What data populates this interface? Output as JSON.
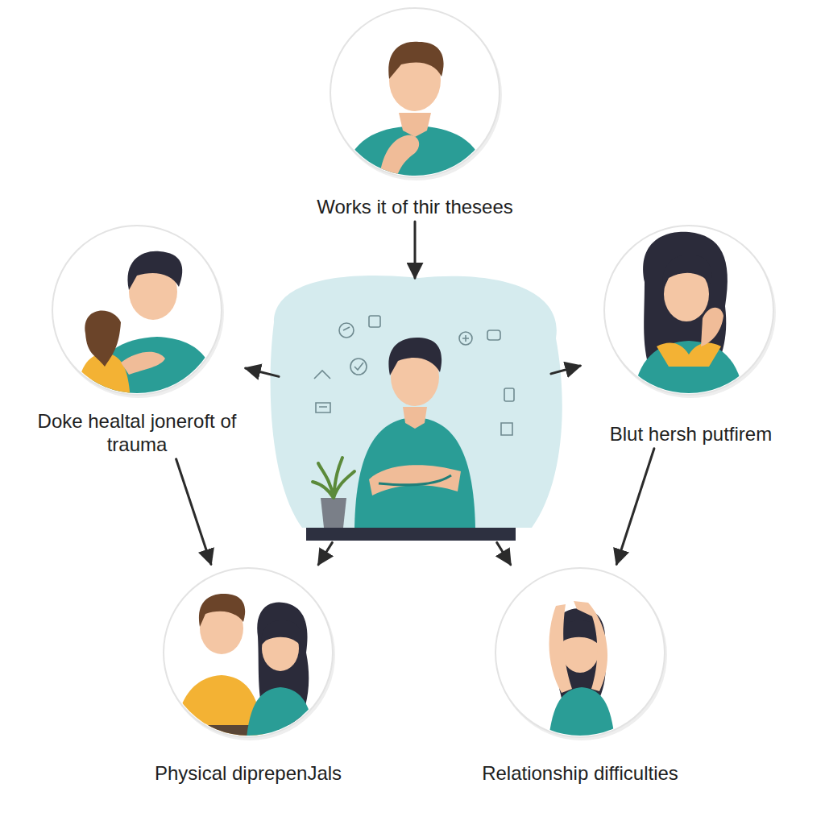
{
  "diagram": {
    "nodes": [
      {
        "text": [
          "Works it of thir thesees"
        ]
      },
      {
        "text": [
          "Doke healtal joneroft of trauma"
        ]
      },
      {
        "text": []
      },
      {
        "text": [
          "Blut hersh putfirem"
        ]
      },
      {
        "text": [
          "Physical diprepenJals"
        ]
      },
      {
        "text": [
          "Relationship difficulties"
        ]
      }
    ],
    "edges": [
      {
        "from": 0,
        "to": 2,
        "arrow": "to"
      },
      {
        "from": 2,
        "to": 1,
        "arrow": "to"
      },
      {
        "from": 2,
        "to": 3,
        "arrow": "to"
      },
      {
        "from": 2,
        "to": 4,
        "arrow": "to"
      },
      {
        "from": 2,
        "to": 5,
        "arrow": "to"
      },
      {
        "from": 1,
        "to": 4,
        "arrow": "to"
      },
      {
        "from": 3,
        "to": 5,
        "arrow": "to"
      }
    ]
  }
}
